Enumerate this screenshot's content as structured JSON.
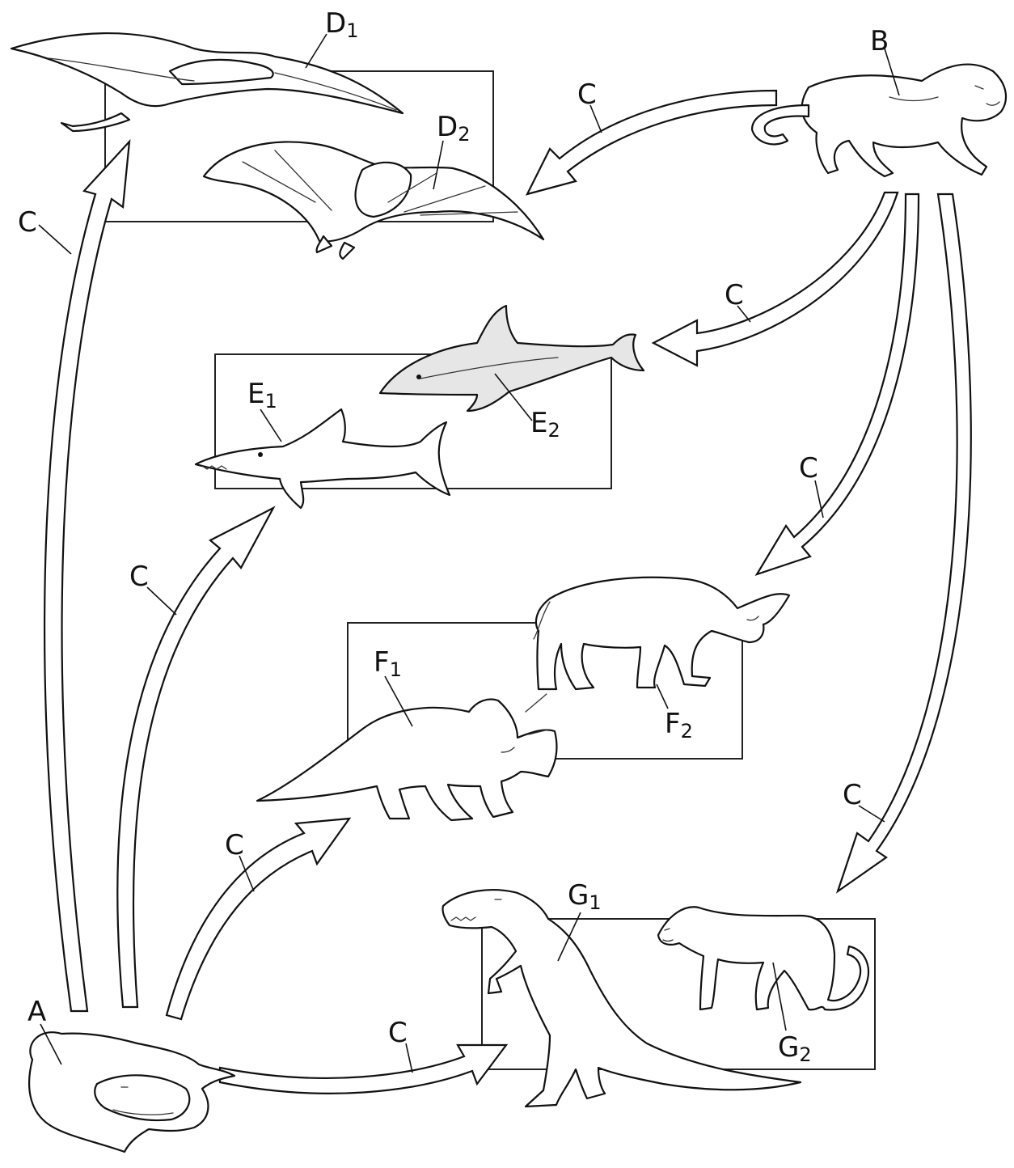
{
  "labels": {
    "A": "A",
    "B": "B",
    "C": "C",
    "D": "D",
    "D1": "1",
    "D2": "2",
    "E": "E",
    "E1": "1",
    "E2": "2",
    "F": "F",
    "F1": "1",
    "F2": "2",
    "G": "G",
    "G1": "1",
    "G2": "2"
  },
  "icons": {
    "pterosaur": "pterosaur-icon",
    "bat": "bat-icon",
    "ancestral_cat": "cat-ancestor-icon",
    "dolphin": "dolphin-icon",
    "ichthyosaur": "ichthyosaur-icon",
    "rhinoceros": "rhinoceros-icon",
    "triceratops": "triceratops-icon",
    "tyrannosaur": "tyrannosaur-icon",
    "big_cat": "big-cat-icon",
    "ancestral_reptile": "reptile-ancestor-icon"
  }
}
